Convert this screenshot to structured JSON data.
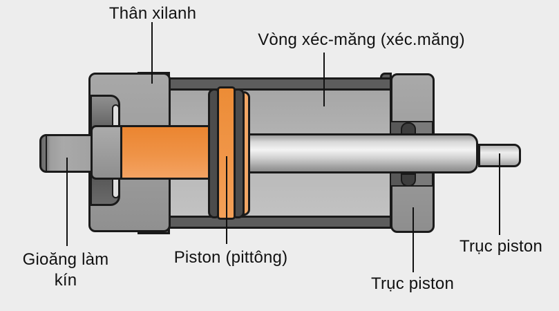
{
  "diagram": {
    "subject": "pneumatic-cylinder-cross-section",
    "labels": {
      "cylinder_body": "Thân xilanh",
      "piston_ring": "Vòng xéc-măng (xéc.măng)",
      "seal": "Gioăng làm kín",
      "piston": "Piston (pittông)",
      "piston_rod_right": "Trục piston",
      "piston_rod_bottom": "Trục piston"
    },
    "parts": [
      {
        "name": "cylinder-barrel",
        "color": "#5d5d5d"
      },
      {
        "name": "cylinder-interior",
        "color": "#b4b4b4"
      },
      {
        "name": "left-end-cap",
        "color": "#9c9c9c"
      },
      {
        "name": "right-end-cap",
        "color": "#9c9c9c"
      },
      {
        "name": "piston-disc",
        "color": "#ee8c36"
      },
      {
        "name": "piston-rings",
        "color": "#4c4c4c"
      },
      {
        "name": "piston-rod-metal",
        "color": "#d8d8d8"
      },
      {
        "name": "rod-seals",
        "color": "#3e3e3e"
      }
    ],
    "colors": {
      "background": "#ededed",
      "outline": "#1a1a1a",
      "label_text": "#111111",
      "accent_orange": "#ee8c36"
    }
  }
}
